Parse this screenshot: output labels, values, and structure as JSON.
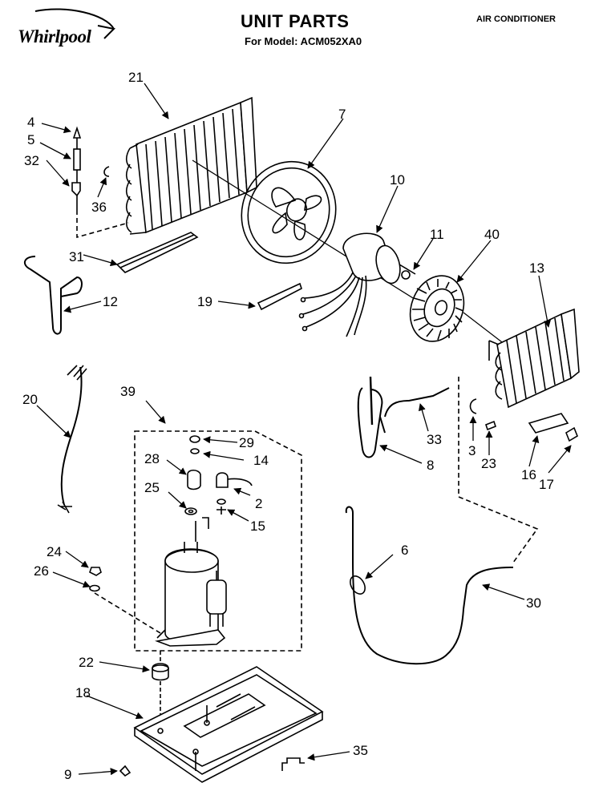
{
  "header": {
    "brand": "Whirlpool",
    "title": "UNIT PARTS",
    "model": "For Model: ACM052XA0",
    "appliance": "AIR CONDITIONER"
  },
  "part_numbers": [
    "4",
    "5",
    "32",
    "36",
    "21",
    "7",
    "10",
    "11",
    "40",
    "13",
    "31",
    "12",
    "19",
    "20",
    "39",
    "29",
    "14",
    "28",
    "2",
    "25",
    "15",
    "24",
    "26",
    "22",
    "18",
    "9",
    "35",
    "33",
    "8",
    "3",
    "23",
    "16",
    "17",
    "6",
    "30"
  ]
}
